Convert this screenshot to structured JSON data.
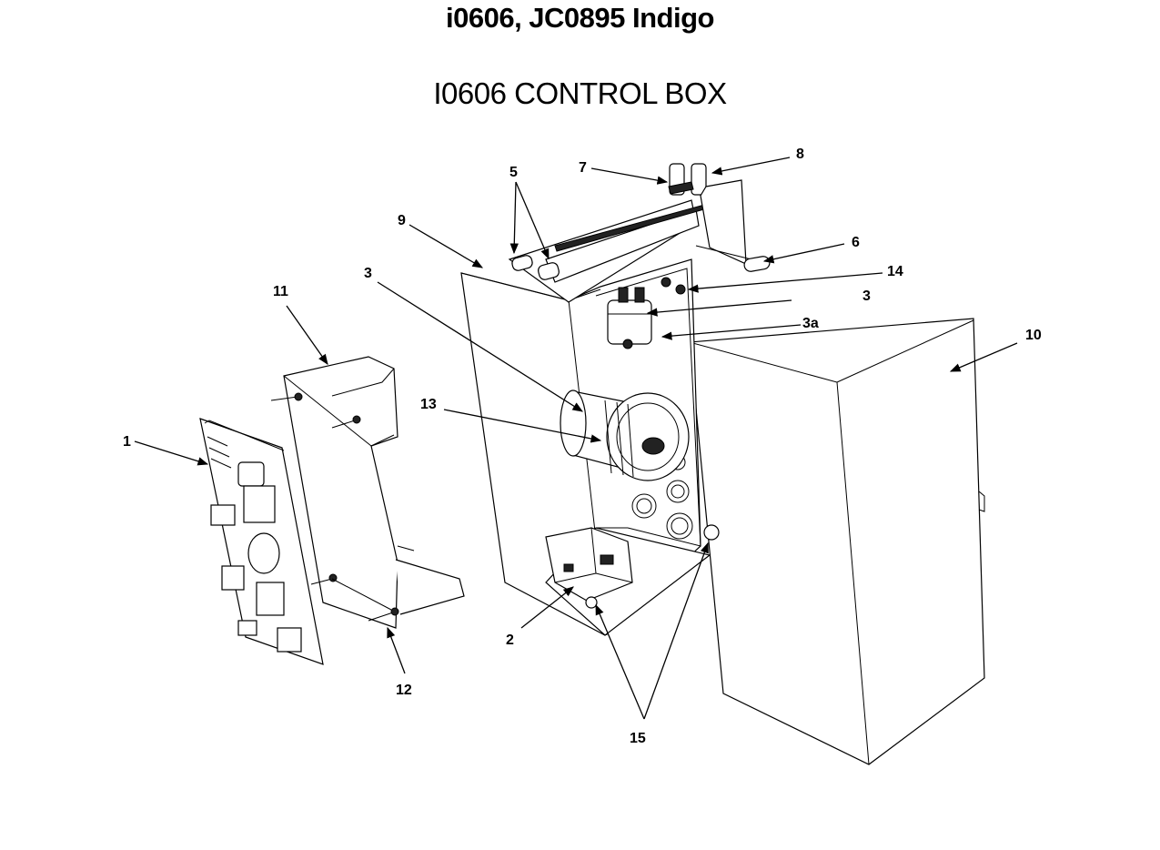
{
  "header": {
    "title": "i0606, JC0895 Indigo",
    "subtitle": "I0606 CONTROL BOX"
  },
  "callouts": {
    "c1": "1",
    "c2": "2",
    "c3_left": "3",
    "c3_right": "3",
    "c3a": "3a",
    "c5": "5",
    "c6": "6",
    "c7": "7",
    "c8": "8",
    "c9": "9",
    "c10": "10",
    "c11": "11",
    "c12": "12",
    "c13": "13",
    "c14": "14",
    "c15": "15"
  }
}
